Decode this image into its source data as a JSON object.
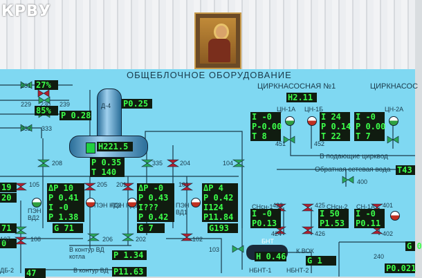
{
  "watermark": {
    "logo": "КРВУ"
  },
  "screen_title": "ОБЩЕБЛОЧНОЕ ОБОРУДОВАНИЕ",
  "pumping": {
    "left": "ЦИРКНАСОСНАЯ №1",
    "right": "ЦИРКНАСОС"
  },
  "tanks": {
    "d4": "Д-4",
    "p_d4": "P0.25",
    "h_tank": "H221.5",
    "p_035": "P 0.35",
    "t_140": "T 140"
  },
  "valves_top": {
    "v231": "231",
    "v229": "229",
    "v230": "230",
    "v239": "239",
    "v332": "332",
    "v333": "333",
    "pct1": "27",
    "pct2": "85",
    "p028": "P 0.28"
  },
  "valves_mid": {
    "v208": "208",
    "v335": "335",
    "v204": "204",
    "v104": "104",
    "v105": "105",
    "v205": "205",
    "v201": "201",
    "v101": "101",
    "v108": "108",
    "v206": "206",
    "v202": "202",
    "v102": "102",
    "v103": "103",
    "v107": "107"
  },
  "pen": {
    "vd2": "ПЭН ВД2",
    "nd2": "ПЭН НД2",
    "nd1": "ПЭН НД1",
    "vd1": "ПЭН ВД1",
    "nd2_dp": "ΔP 10",
    "nd2_p": "P 0.41",
    "nd2_i": "I -0",
    "nd2_p2": "P 1.38",
    "nd2_g": "G 71",
    "nd1_dp": "ΔP -0",
    "nd1_p": "P 0.43",
    "nd1_i": "I???",
    "nd1_p2": "P 0.42",
    "nd1_g": "G 7",
    "vd1_dp": "ΔP 4",
    "vd1_p": "P 0.42",
    "vd1_i": "I124",
    "vd1_p2": "P11.84",
    "vd1_g": "G193",
    "left_1": "19",
    "left_2": "20",
    "left_3": "71",
    "left_4": "0"
  },
  "outputs": {
    "vd_kotla": "В контур ВД котла",
    "p134": "P 1.34",
    "vd": "В контур ВД",
    "p1163": "P11.63",
    "db2": "ДБ-2",
    "left_47": "47"
  },
  "pumps_top": {
    "h211": "H2.11",
    "cn1a": "ЦН-1А",
    "cn1b": "ЦН-1Б",
    "cn2a": "ЦН-2А",
    "a_i": "I -0",
    "a_p": "P-0.00",
    "a_t": "T 8",
    "b_i": "I 24",
    "b_p": "P 0.14",
    "b_t": "T 22",
    "c_i": "I -0",
    "c_p": "P 0.00",
    "c_t": "T 7",
    "v451": "451",
    "v452": "452",
    "to_water": "В подающие цирквод",
    "ret_water": "Обратная сетевая вода",
    "t43": "T43",
    "v400": "400"
  },
  "pumps_bottom": {
    "csn1": "СНсн-1",
    "v423": "423",
    "v425": "425",
    "csn2": "СНсн-2",
    "sn1a": "СН-1А",
    "v401": "401",
    "a_i": "I -0",
    "a_p": "P0.13",
    "b_i": "I 50",
    "b_p": "P1.53",
    "c_i": "I -0",
    "c_p": "P0.11",
    "v424": "424",
    "v426": "426",
    "v402": "402"
  },
  "bnt": {
    "label": "БНТ",
    "h046": "H 0.46",
    "k_vok": "К ВОК",
    "g1": "G 1",
    "nbnt1": "НБНТ-1",
    "nbnt2": "НБНТ-2",
    "v240": "240",
    "p0021": "P0.021",
    "g_right": "G 0"
  }
}
